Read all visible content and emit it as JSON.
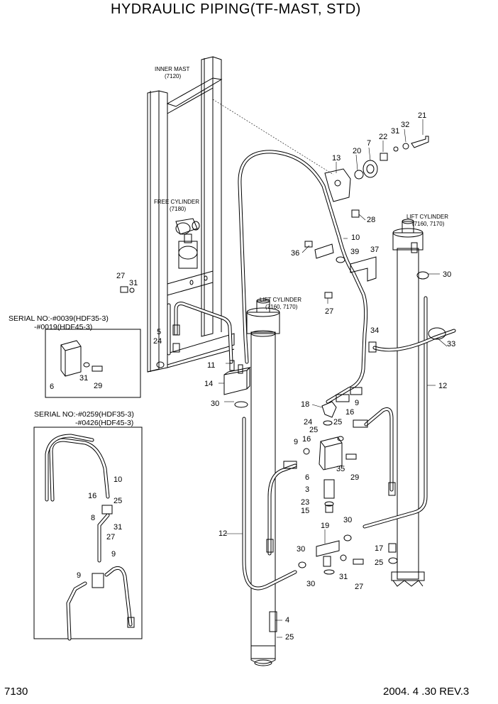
{
  "header": {
    "title": "HYDRAULIC PIPING(TF-MAST, STD)"
  },
  "footer": {
    "page_number": "7130",
    "revision": "2004. 4 .30 REV.3"
  },
  "captions": {
    "inner_mast": [
      "INNER MAST",
      "(7120)"
    ],
    "free_cylinder": [
      "FREE CYLINDER",
      "(7180)"
    ],
    "lift_cylinder_left": [
      "LIFT CYLINDER",
      "(7160, 7170)"
    ],
    "lift_cylinder_right": [
      "LIFT CYLINDER",
      "(7160, 7170)"
    ]
  },
  "serial_notes": {
    "first": [
      "SERIAL NO:-#0039(HDF35-3)",
      "-#0019(HDF45-3)"
    ],
    "second": [
      "SERIAL NO:-#0259(HDF35-3)",
      "-#0426(HDF45-3)"
    ]
  },
  "part_labels": {
    "p21": "21",
    "p32": "32",
    "p22": "22",
    "p31a": "31",
    "p7": "7",
    "p20": "20",
    "p13": "13",
    "p28": "28",
    "p10a": "10",
    "p36": "36",
    "p39": "39",
    "p37": "37",
    "p27a": "27",
    "p31b": "31",
    "p27b": "27",
    "p5": "5",
    "p24a": "24",
    "p11": "11",
    "p14": "14",
    "p30a": "30",
    "p34": "34",
    "p33": "33",
    "p12a": "12",
    "p30b": "30",
    "p6a": "6",
    "p31c": "31",
    "p29a": "29",
    "p18": "18",
    "p24b": "24",
    "p25a": "25",
    "p16a": "16",
    "p9a": "9",
    "p25b": "25",
    "p16b": "16",
    "p9b": "9",
    "p6b": "6",
    "p35": "35",
    "p29b": "29",
    "p3": "3",
    "p23": "23",
    "p15": "15",
    "p12b": "12",
    "p19": "19",
    "p30c": "30",
    "p30d": "30",
    "p17": "17",
    "p25c": "25",
    "p31d": "31",
    "p27c": "27",
    "p30e": "30",
    "p4": "4",
    "p25d": "25",
    "p10b": "10",
    "p16c": "16",
    "p25e": "25",
    "p8": "8",
    "p31e": "31",
    "p27d": "27",
    "p9c": "9",
    "p9d": "9"
  }
}
